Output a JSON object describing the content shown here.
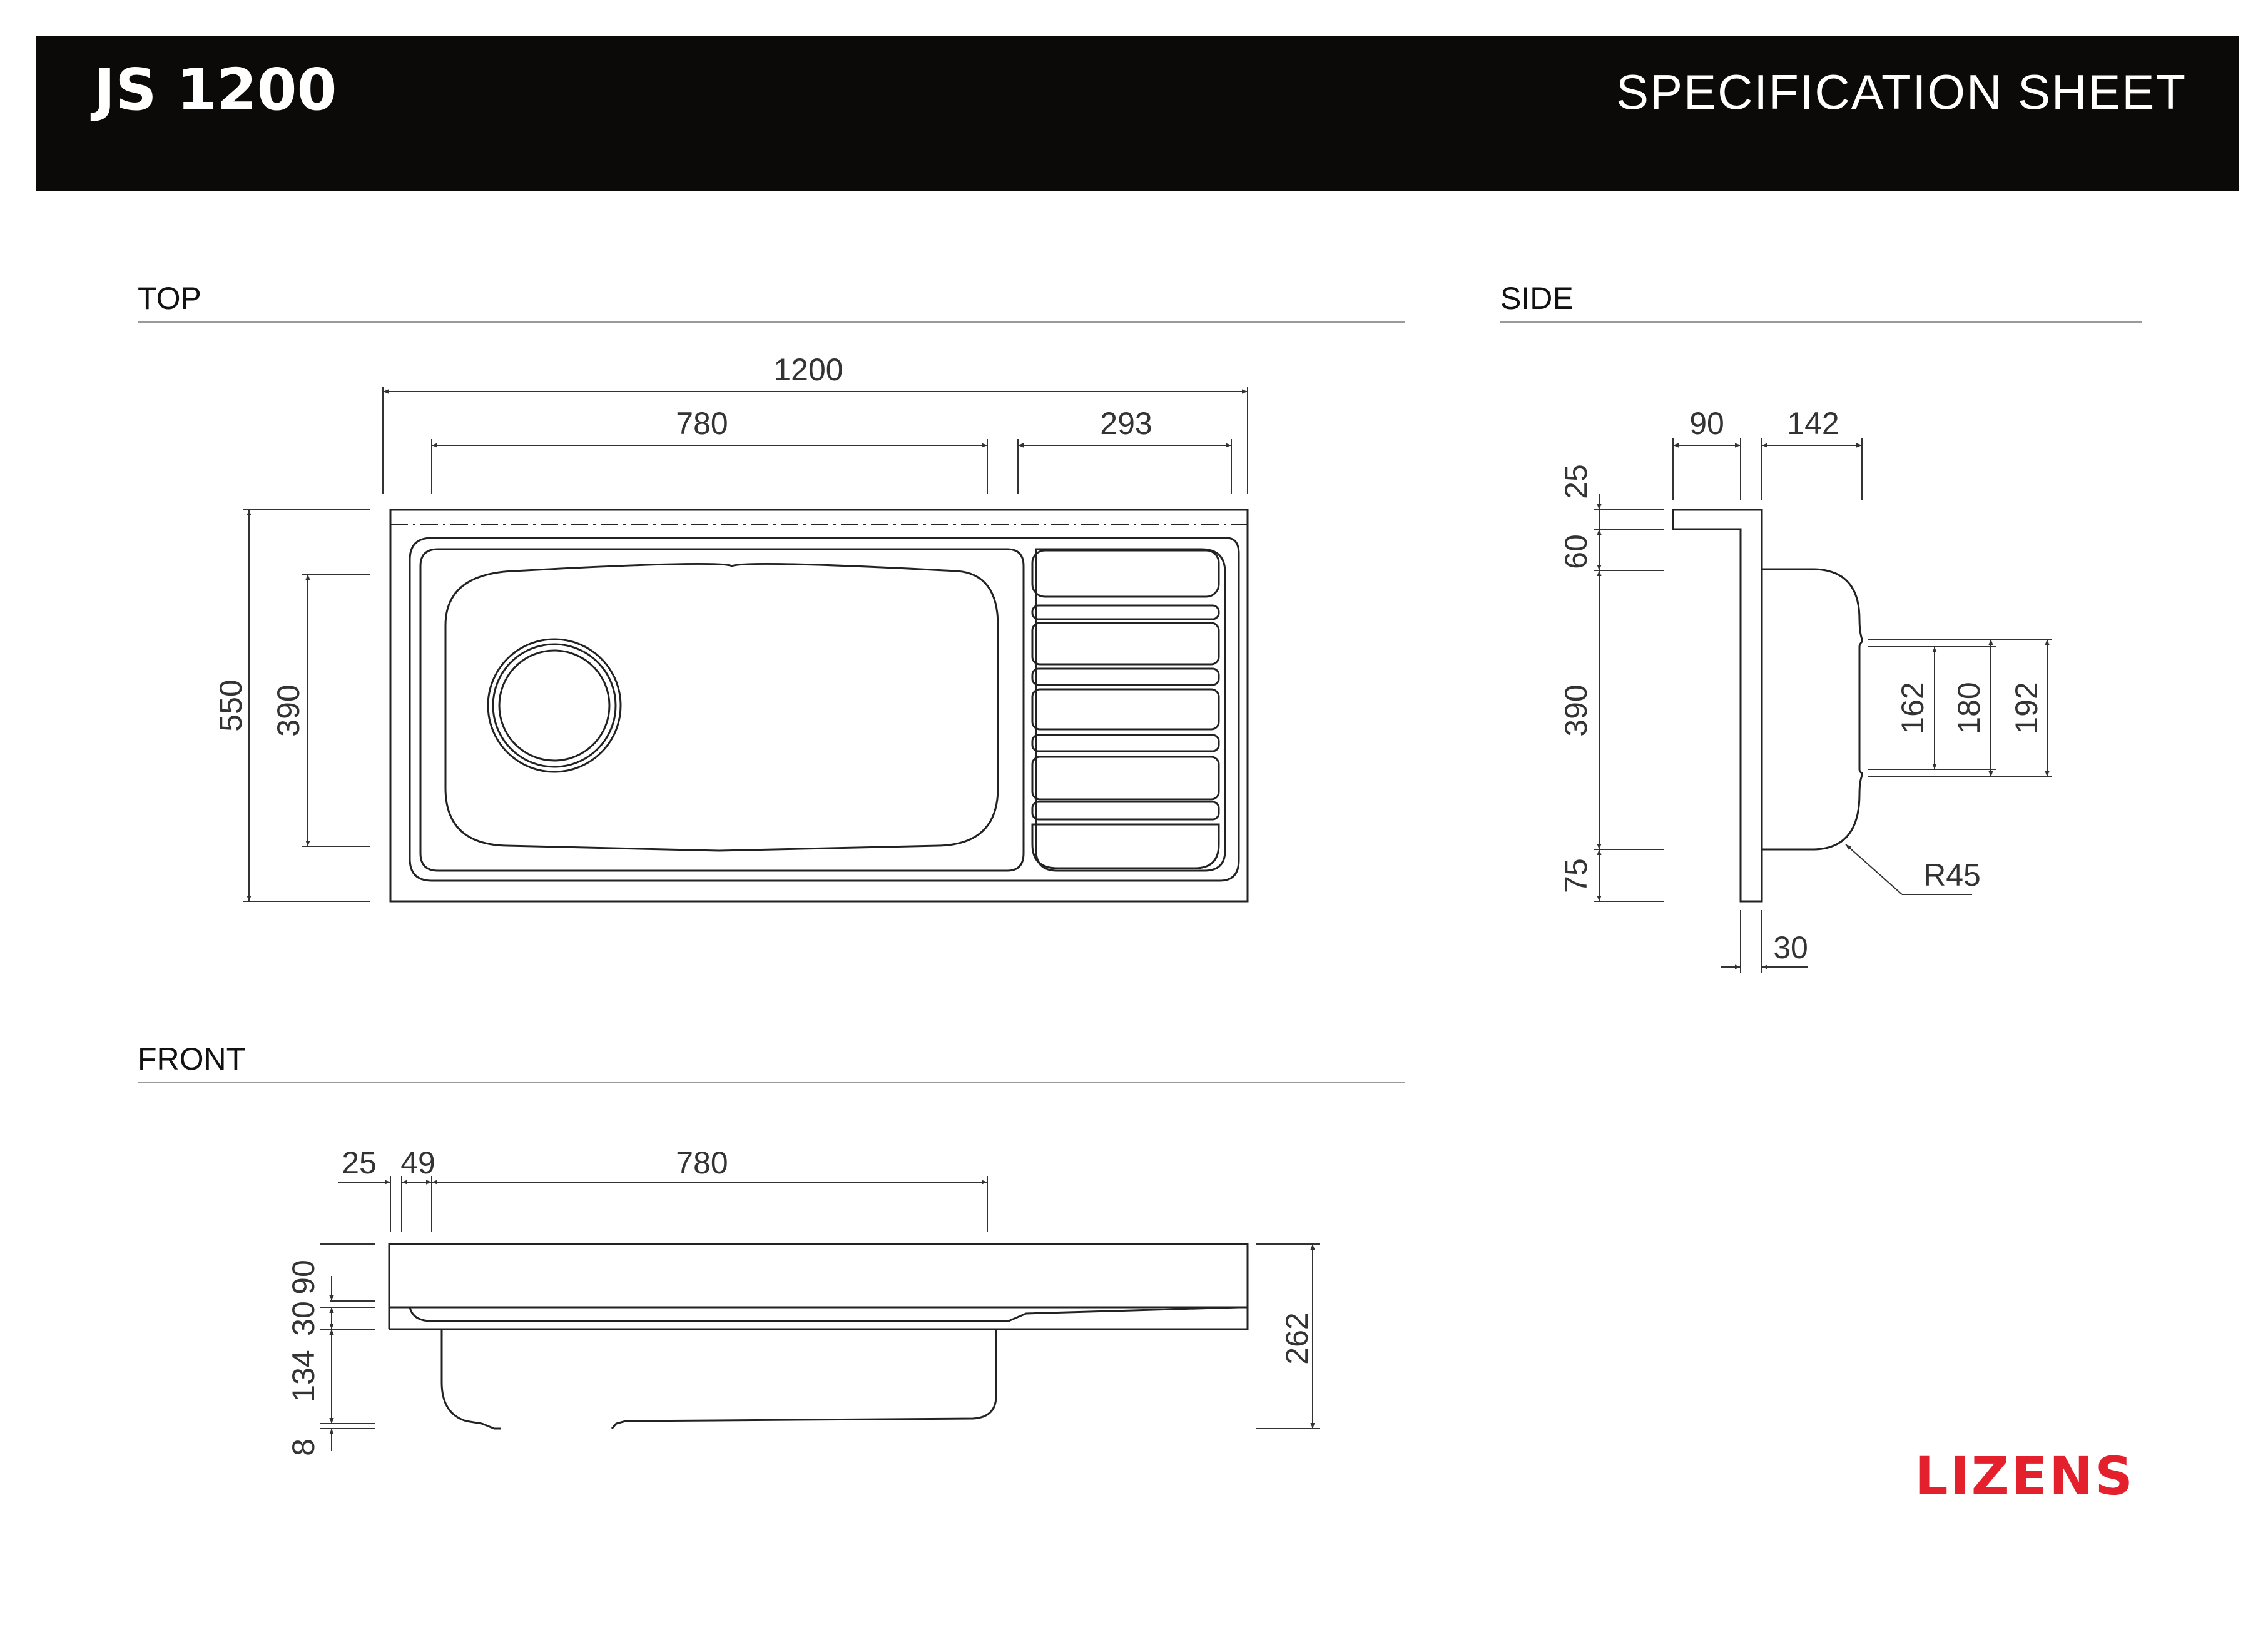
{
  "header": {
    "title": "JS 1200",
    "doc_type": "SPECIFICATION SHEET"
  },
  "sections": {
    "top": "TOP",
    "side": "SIDE",
    "front": "FRONT"
  },
  "top_view": {
    "overall_width": "1200",
    "bowl_width": "780",
    "drainer_width": "293",
    "overall_depth": "550",
    "bowl_depth": "390"
  },
  "side_view": {
    "dim_90": "90",
    "dim_142": "142",
    "dim_25": "25",
    "dim_60": "60",
    "dim_390": "390",
    "dim_75": "75",
    "dim_162": "162",
    "dim_180": "180",
    "dim_192": "192",
    "radius": "R45",
    "dim_30": "30"
  },
  "front_view": {
    "dim_25": "25",
    "dim_49": "49",
    "dim_780": "780",
    "dim_90": "90",
    "dim_30": "30",
    "dim_134": "134",
    "dim_8": "8",
    "dim_262": "262"
  },
  "brand": {
    "name": "LIZENS",
    "color": "#e3202b"
  }
}
